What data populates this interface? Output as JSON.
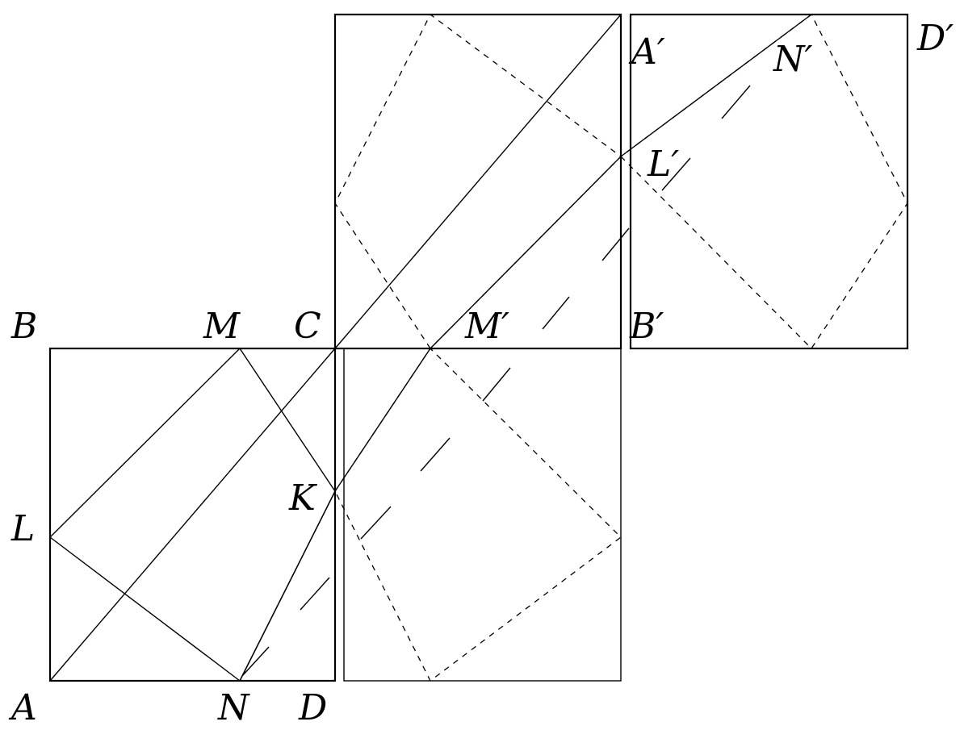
{
  "diagram": {
    "points": {
      "A": {
        "text": "A"
      },
      "B": {
        "text": "B"
      },
      "C": {
        "text": "C"
      },
      "D": {
        "text": "D"
      },
      "L": {
        "text": "L"
      },
      "M": {
        "text": "M"
      },
      "N": {
        "text": "N"
      },
      "K": {
        "text": "K"
      },
      "A_prime": {
        "text": "A′"
      },
      "B_prime": {
        "text": "B′"
      },
      "D_prime": {
        "text": "D′"
      },
      "L_prime": {
        "text": "L′"
      },
      "M_prime": {
        "text": "M′"
      },
      "N_prime": {
        "text": "N′"
      }
    }
  }
}
